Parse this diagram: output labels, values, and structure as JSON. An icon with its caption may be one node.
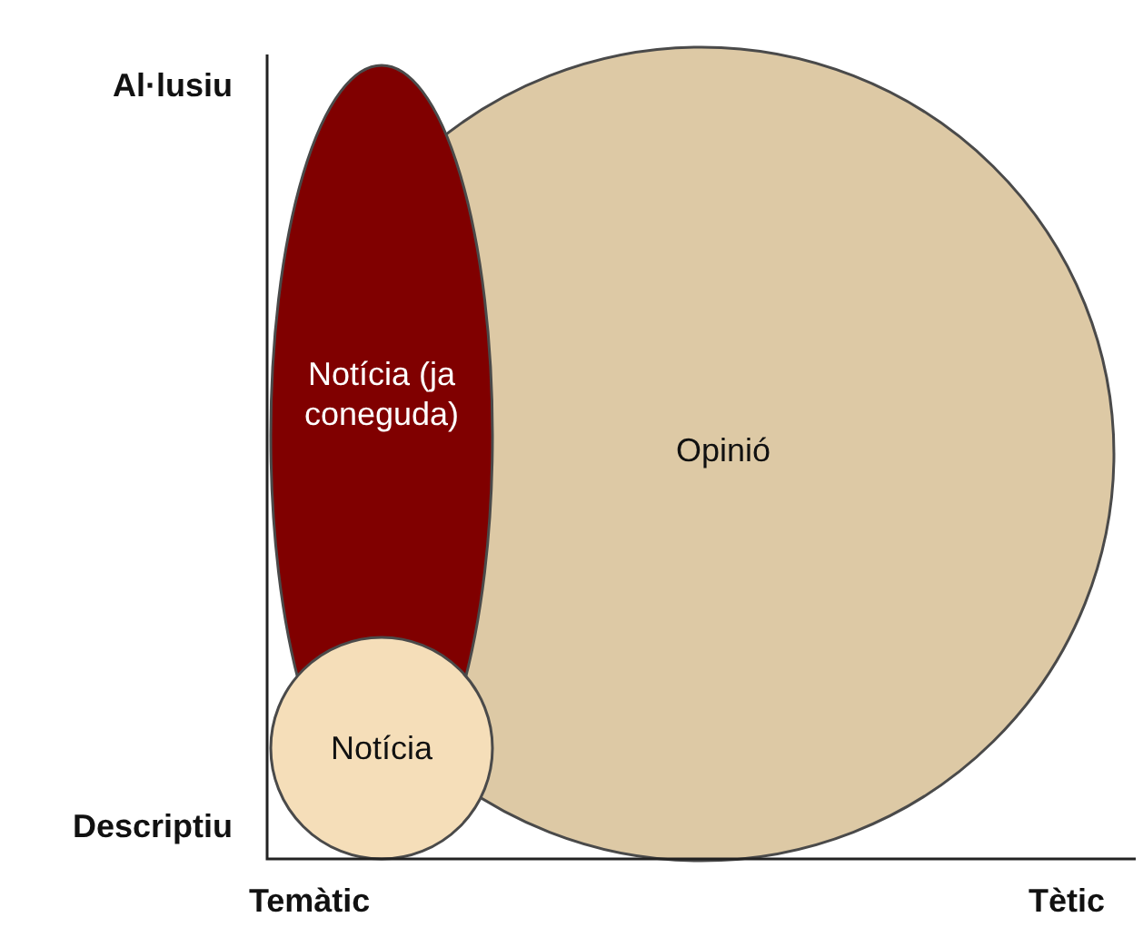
{
  "diagram": {
    "nodes": [
      {
        "text": [
          "Notícia (ja coneguda)"
        ]
      },
      {
        "text": [
          "Opinió"
        ]
      },
      {
        "text": [
          "Notícia"
        ]
      }
    ],
    "edges": [],
    "labels": [
      "Al·lusiu",
      "Descriptiu",
      "Temàtic",
      "Tètic"
    ]
  }
}
